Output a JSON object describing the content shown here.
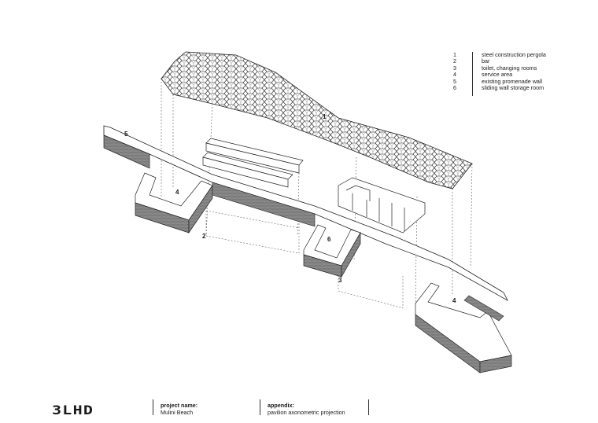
{
  "legend": {
    "items": [
      {
        "num": "1",
        "label": "steel construction pergola"
      },
      {
        "num": "2",
        "label": "bar"
      },
      {
        "num": "3",
        "label": "toilet, changing rooms"
      },
      {
        "num": "4",
        "label": "service area"
      },
      {
        "num": "5",
        "label": "existing promenade wall"
      },
      {
        "num": "6",
        "label": "sliding wall storage room"
      }
    ]
  },
  "callouts": {
    "c1": "1",
    "c2": "2",
    "c3": "3",
    "c4a": "4",
    "c4b": "4",
    "c5": "5",
    "c6": "6"
  },
  "footer": {
    "logo": "3LHD",
    "project_label": "project name:",
    "project_value": "Mulini Beach",
    "appendix_label": "appendix:",
    "appendix_value": "pavilion axonometric projection"
  }
}
